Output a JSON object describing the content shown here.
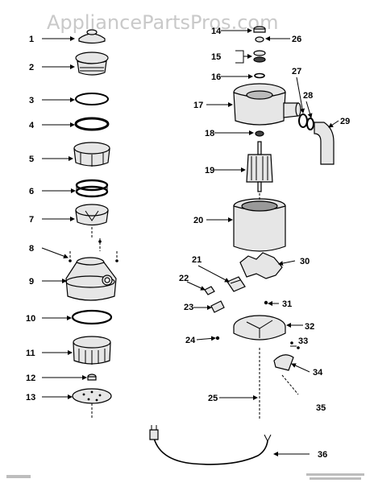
{
  "watermark": "AppliancePartsPros.com",
  "callouts": [
    "1",
    "2",
    "3",
    "4",
    "5",
    "6",
    "7",
    "8",
    "9",
    "10",
    "11",
    "12",
    "13",
    "14",
    "15",
    "16",
    "17",
    "18",
    "19",
    "20",
    "21",
    "22",
    "23",
    "24",
    "25",
    "26",
    "27",
    "28",
    "29",
    "30",
    "31",
    "32",
    "33",
    "34",
    "35",
    "36"
  ]
}
